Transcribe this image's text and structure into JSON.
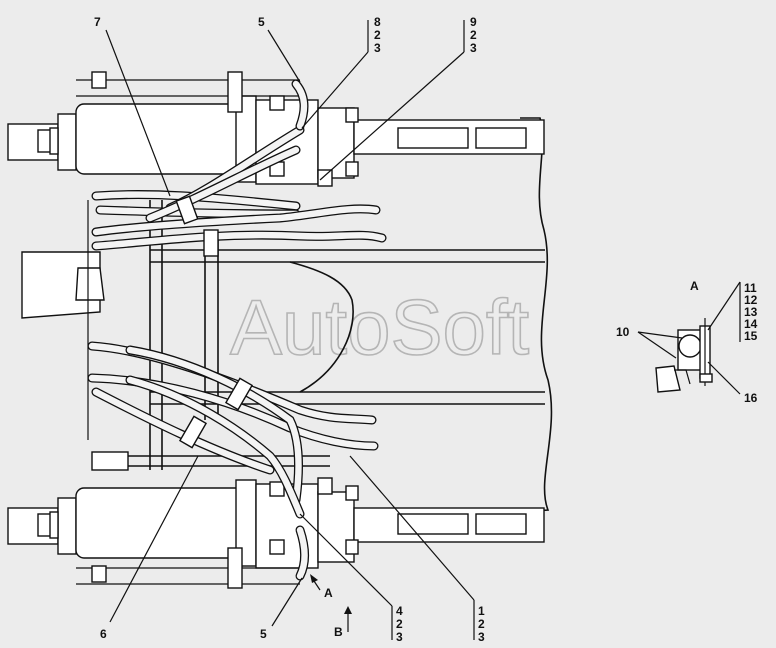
{
  "watermark": "AutoSoft",
  "view_label": "A",
  "arrow_a_label": "A",
  "arrow_b_label": "B",
  "callouts": {
    "c7": "7",
    "c5_top": "5",
    "c5_bottom": "5",
    "c6": "6",
    "c10": "10",
    "c16": "16"
  },
  "stacks": {
    "top_left": [
      "8",
      "2",
      "3"
    ],
    "top_right": [
      "9",
      "2",
      "3"
    ],
    "bottom_left": [
      "4",
      "2",
      "3"
    ],
    "bottom_right": [
      "1",
      "2",
      "3"
    ],
    "detail": [
      "11",
      "12",
      "13",
      "14",
      "15"
    ]
  }
}
